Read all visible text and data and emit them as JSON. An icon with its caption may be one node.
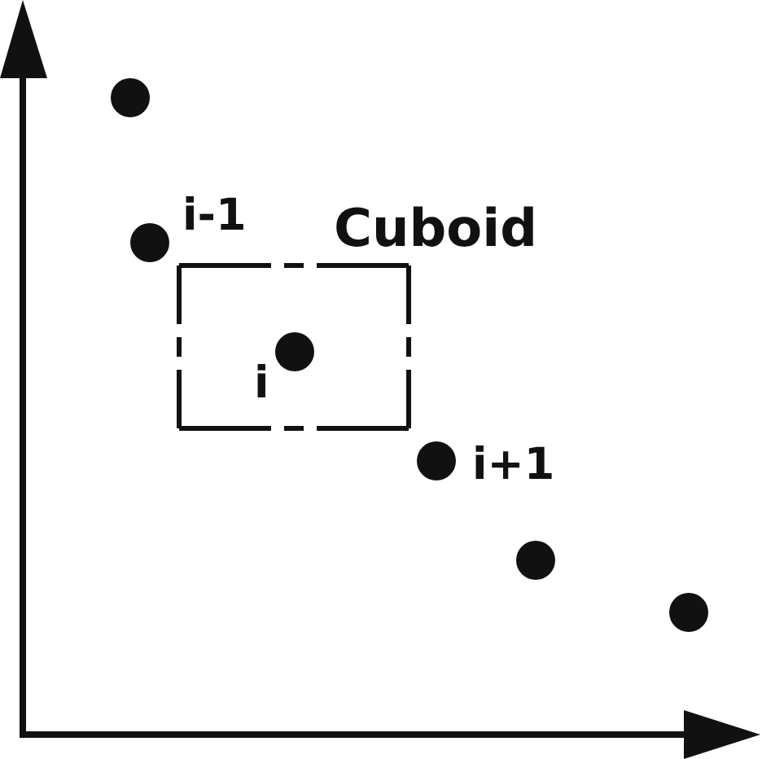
{
  "diagram": {
    "nodes": [
      {
        "text": [],
        "shape": "circle"
      },
      {
        "text": [],
        "shape": "circle",
        "beside": [
          "i-1"
        ]
      },
      {
        "text": [
          "Cuboid"
        ]
      },
      {
        "text": [],
        "shape": "circle",
        "beside": [
          "i"
        ],
        "in": 2
      },
      {
        "text": [],
        "shape": "circle",
        "beside": [
          "i+1"
        ]
      },
      {
        "text": [],
        "shape": "circle"
      },
      {
        "text": [],
        "shape": "circle"
      }
    ]
  }
}
